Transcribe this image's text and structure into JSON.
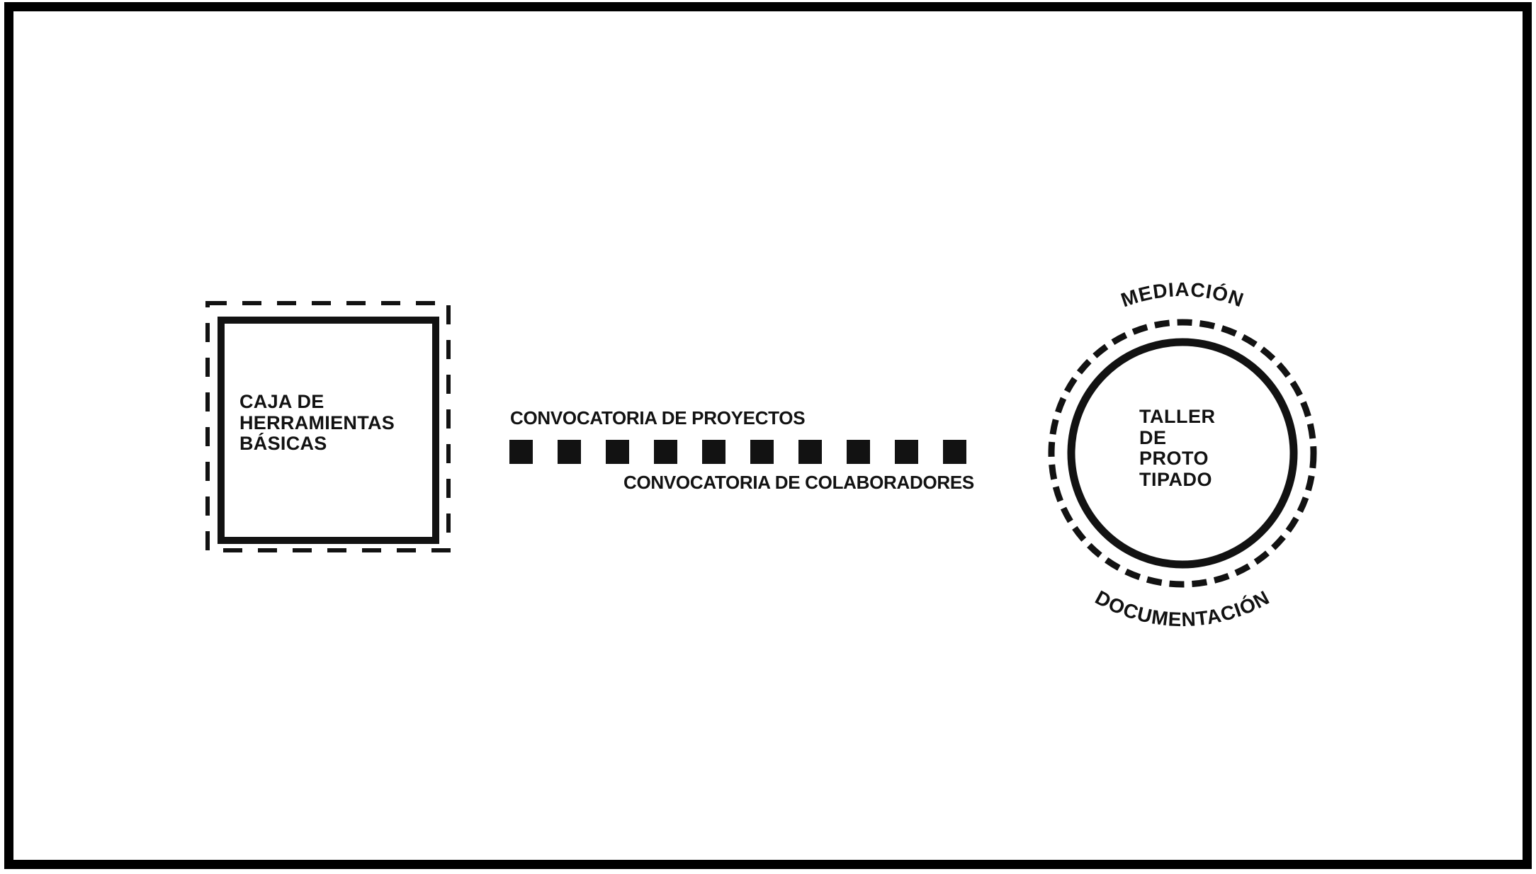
{
  "diagram": {
    "toolbox": {
      "label_lines": [
        "CAJA DE",
        "HERRAMIENTAS",
        "BÁSICAS"
      ]
    },
    "connector": {
      "top_label": "CONVOCATORIA DE PROYECTOS",
      "bottom_label": "CONVOCATORIA DE COLABORADORES"
    },
    "workshop": {
      "center_lines": [
        "TALLER",
        "DE",
        "PROTO",
        "TIPADO"
      ],
      "top_arc_label": "MEDIACIÓN",
      "bottom_arc_label": "DOCUMENTACIÓN"
    },
    "colors": {
      "ink": "#121212",
      "frame": "#000000",
      "background": "#ffffff"
    }
  }
}
